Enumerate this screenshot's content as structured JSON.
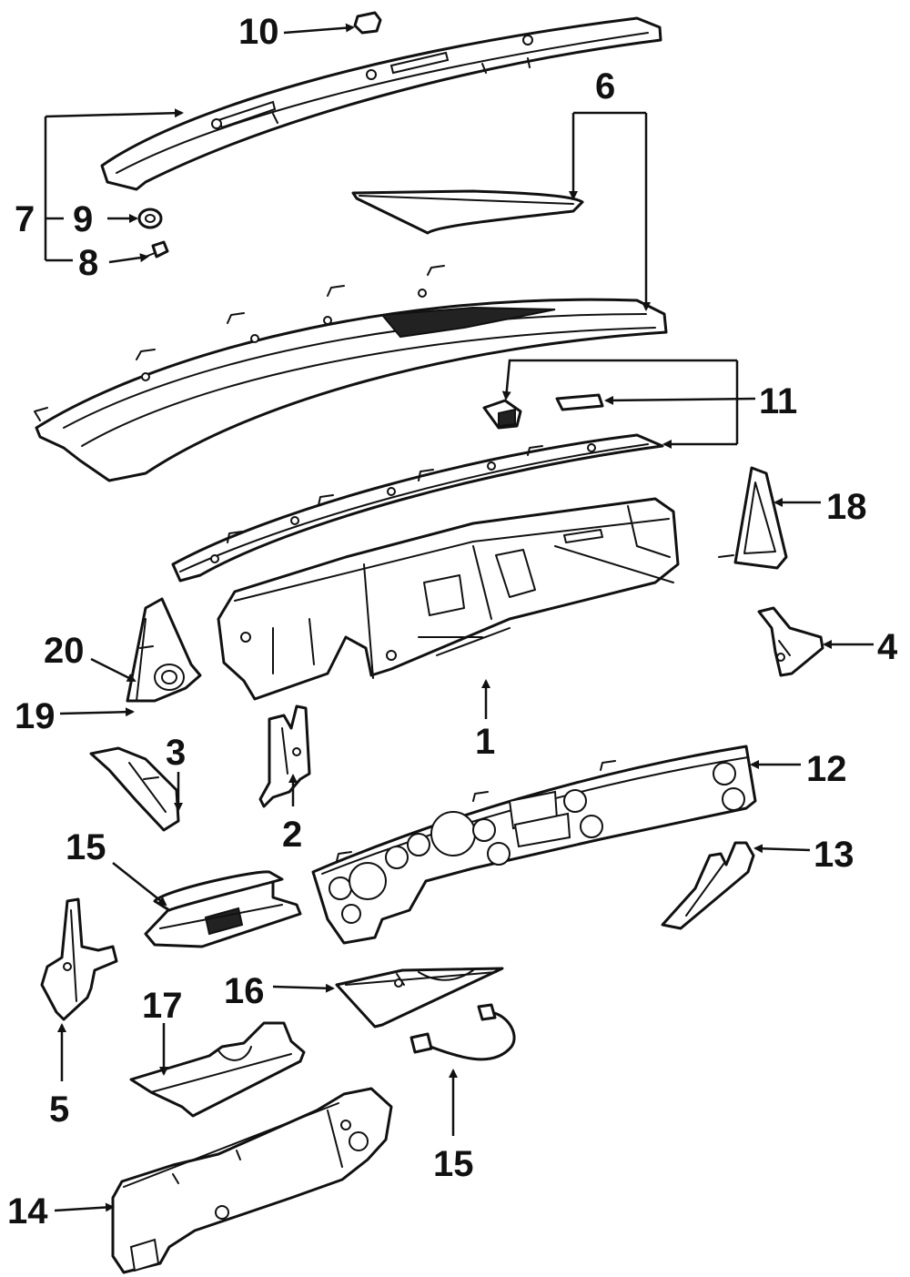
{
  "callouts": [
    {
      "id": "1",
      "text": "1"
    },
    {
      "id": "2",
      "text": "2"
    },
    {
      "id": "3",
      "text": "3"
    },
    {
      "id": "4",
      "text": "4"
    },
    {
      "id": "5",
      "text": "5"
    },
    {
      "id": "6",
      "text": "6"
    },
    {
      "id": "7",
      "text": "7"
    },
    {
      "id": "8",
      "text": "8"
    },
    {
      "id": "9",
      "text": "9"
    },
    {
      "id": "10",
      "text": "10"
    },
    {
      "id": "11",
      "text": "11"
    },
    {
      "id": "12",
      "text": "12"
    },
    {
      "id": "13",
      "text": "13"
    },
    {
      "id": "14",
      "text": "14"
    },
    {
      "id": "15a",
      "text": "15"
    },
    {
      "id": "15b",
      "text": "15"
    },
    {
      "id": "16",
      "text": "16"
    },
    {
      "id": "17",
      "text": "17"
    },
    {
      "id": "18",
      "text": "18"
    },
    {
      "id": "19",
      "text": "19"
    },
    {
      "id": "20",
      "text": "20"
    }
  ]
}
